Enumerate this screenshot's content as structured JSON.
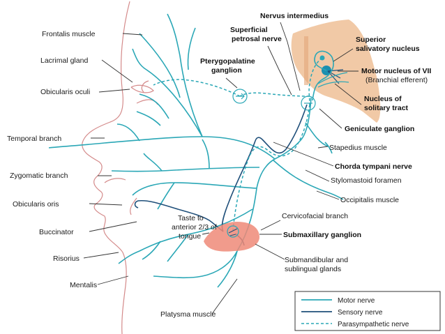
{
  "colors": {
    "motor": "#2aa7b6",
    "sensory": "#1f4f7a",
    "parasympathetic": "#2aa7b6",
    "face_outline": "#d48a8a",
    "brainstem": "#f1c9a6",
    "gland": "#ef8a78",
    "nucleus": "#1b8fb0"
  },
  "labels": {
    "nervus_intermedius": "Nervus intermedius",
    "superficial_petrosal_1": "Superficial",
    "superficial_petrosal_2": "petrosal nerve",
    "superior_salivatory_1": "Superior",
    "superior_salivatory_2": "salivatory nucleus",
    "pterygopalatine_1": "Pterygopalatine",
    "pterygopalatine_2": "ganglion",
    "motor_nucleus_1": "Motor nucleus of VII",
    "motor_nucleus_2": "(Branchial efferent)",
    "nucleus_solitary_1": "Nucleus of",
    "nucleus_solitary_2": "solitary tract",
    "frontalis": "Frontalis muscle",
    "lacrimal": "Lacrimal gland",
    "obicularis_oculi": "Obicularis oculi",
    "geniculate": "Geniculate ganglion",
    "temporal": "Temporal branch",
    "stapedius": "Stapedius muscle",
    "chorda": "Chorda tympani nerve",
    "zygomatic": "Zygomatic branch",
    "stylomastoid": "Stylomastoid foramen",
    "occipitalis": "Occipitalis muscle",
    "obicularis_oris": "Obicularis oris",
    "cervicofacial": "Cervicofacial branch",
    "taste_1": "Taste to",
    "taste_2": "anterior 2/3 of",
    "taste_3": "tongue",
    "buccinator": "Buccinator",
    "submaxillary": "Submaxillary ganglion",
    "risorius": "Risorius",
    "submandibular_1": "Submandibular and",
    "submandibular_2": "sublingual glands",
    "mentalis": "Mentalis",
    "platysma": "Platysma muscle"
  },
  "legend": {
    "motor": "Motor nerve",
    "sensory": "Sensory nerve",
    "parasympathetic": "Parasympathetic nerve"
  }
}
